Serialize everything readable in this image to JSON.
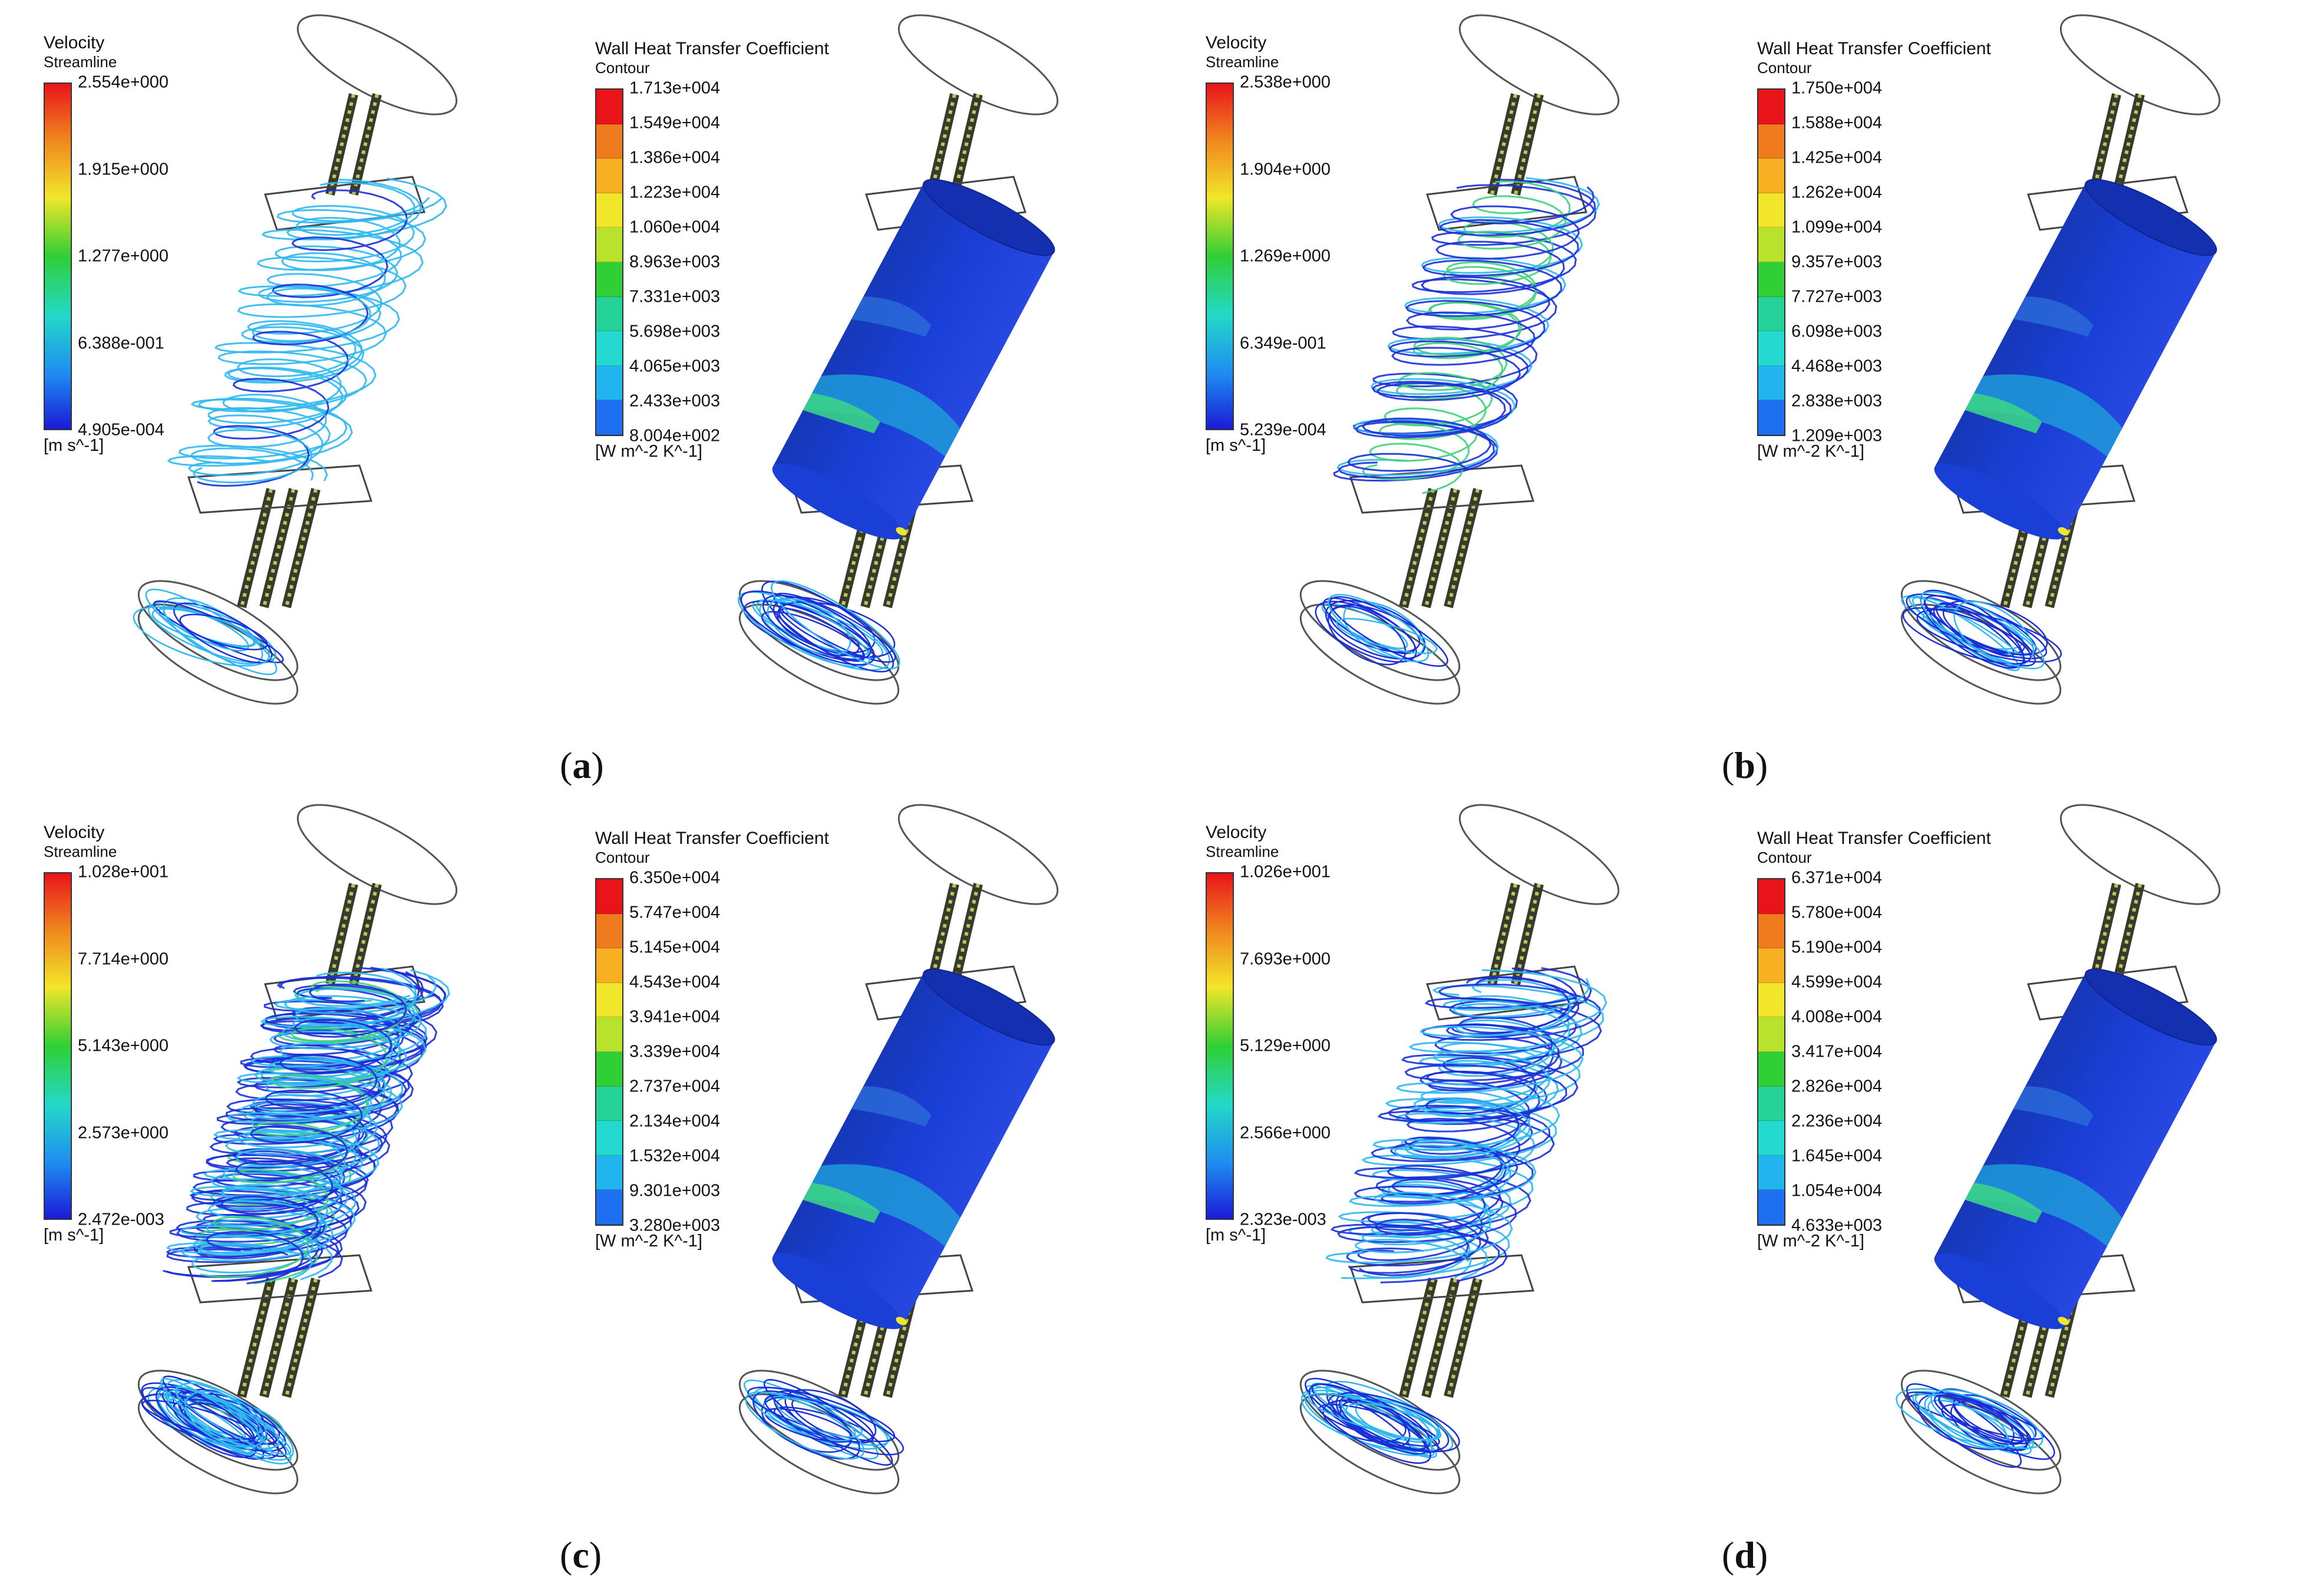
{
  "panels": [
    {
      "label": "a",
      "velocity": {
        "title": "Velocity",
        "subtitle": "Streamline",
        "ticks": [
          "2.554e+000",
          "1.915e+000",
          "1.277e+000",
          "6.388e-001",
          "4.905e-004"
        ],
        "units": "[m s^-1]"
      },
      "htc": {
        "title": "Wall Heat Transfer Coefficient",
        "subtitle": "Contour",
        "ticks": [
          "1.713e+004",
          "1.549e+004",
          "1.386e+004",
          "1.223e+004",
          "1.060e+004",
          "8.963e+003",
          "7.331e+003",
          "5.698e+003",
          "4.065e+003",
          "2.433e+003",
          "8.004e+002"
        ],
        "units": "[W m^-2 K^-1]"
      },
      "streamline_density": 1
    },
    {
      "label": "b",
      "velocity": {
        "title": "Velocity",
        "subtitle": "Streamline",
        "ticks": [
          "2.538e+000",
          "1.904e+000",
          "1.269e+000",
          "6.349e-001",
          "5.239e-004"
        ],
        "units": "[m s^-1]"
      },
      "htc": {
        "title": "Wall Heat Transfer Coefficient",
        "subtitle": "Contour",
        "ticks": [
          "1.750e+004",
          "1.588e+004",
          "1.425e+004",
          "1.262e+004",
          "1.099e+004",
          "9.357e+003",
          "7.727e+003",
          "6.098e+003",
          "4.468e+003",
          "2.838e+003",
          "1.209e+003"
        ],
        "units": "[W m^-2 K^-1]"
      },
      "streamline_density": 1
    },
    {
      "label": "c",
      "velocity": {
        "title": "Velocity",
        "subtitle": "Streamline",
        "ticks": [
          "1.028e+001",
          "7.714e+000",
          "5.143e+000",
          "2.573e+000",
          "2.472e-003"
        ],
        "units": "[m s^-1]"
      },
      "htc": {
        "title": "Wall Heat Transfer Coefficient",
        "subtitle": "Contour",
        "ticks": [
          "6.350e+004",
          "5.747e+004",
          "5.145e+004",
          "4.543e+004",
          "3.941e+004",
          "3.339e+004",
          "2.737e+004",
          "2.134e+004",
          "1.532e+004",
          "9.301e+003",
          "3.280e+003"
        ],
        "units": "[W m^-2 K^-1]"
      },
      "streamline_density": 3
    },
    {
      "label": "d",
      "velocity": {
        "title": "Velocity",
        "subtitle": "Streamline",
        "ticks": [
          "1.026e+001",
          "7.693e+000",
          "5.129e+000",
          "2.566e+000",
          "2.323e-003"
        ],
        "units": "[m s^-1]"
      },
      "htc": {
        "title": "Wall Heat Transfer Coefficient",
        "subtitle": "Contour",
        "ticks": [
          "6.371e+004",
          "5.780e+004",
          "5.190e+004",
          "4.599e+004",
          "4.008e+004",
          "3.417e+004",
          "2.826e+004",
          "2.236e+004",
          "1.645e+004",
          "1.054e+004",
          "4.633e+003"
        ],
        "units": "[W m^-2 K^-1]"
      },
      "streamline_density": 2
    }
  ],
  "colors": {
    "cylinder": "#1a3fd6",
    "streamline_slow": "#1a2fd8",
    "streamline_mid": "#2fb8f0",
    "streamline_fast": "#3ed07a",
    "legend_steps": [
      "#e8141a",
      "#f07a1e",
      "#f6b022",
      "#f2e62a",
      "#b8e22c",
      "#2fcf35",
      "#25d39a",
      "#23d9d0",
      "#22b4ee",
      "#1f70f0",
      "#1a1ad8"
    ]
  }
}
